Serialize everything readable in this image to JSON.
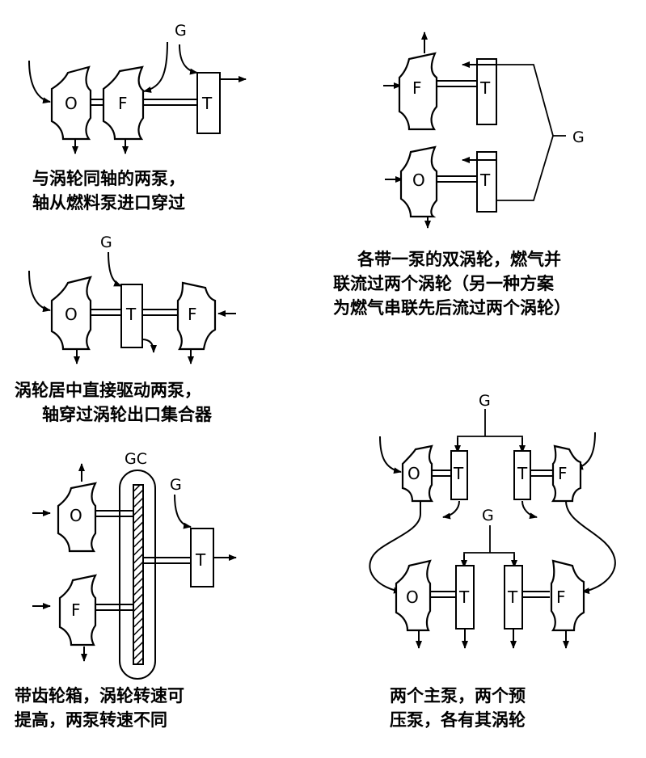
{
  "labels": {
    "oxidizer_pump": "O",
    "fuel_pump": "F",
    "turbine": "T",
    "gas": "G",
    "gearbox": "GC"
  },
  "captions": {
    "d1": [
      "与涡轮同轴的两泵，",
      "轴从燃料泵进口穿过"
    ],
    "d2": [
      "各带一泵的双涡轮，燃气并",
      "联流过两个涡轮（另一种方案",
      "为燃气串联先后流过两个涡轮）"
    ],
    "d3": [
      "涡轮居中直接驱动两泵，",
      "轴穿过涡轮出口集合器"
    ],
    "d4": [
      "带齿轮箱，涡轮转速可",
      "提高，两泵转速不同"
    ],
    "d5": [
      "两个主泵，两个预",
      "压泵，各有其涡轮"
    ]
  }
}
